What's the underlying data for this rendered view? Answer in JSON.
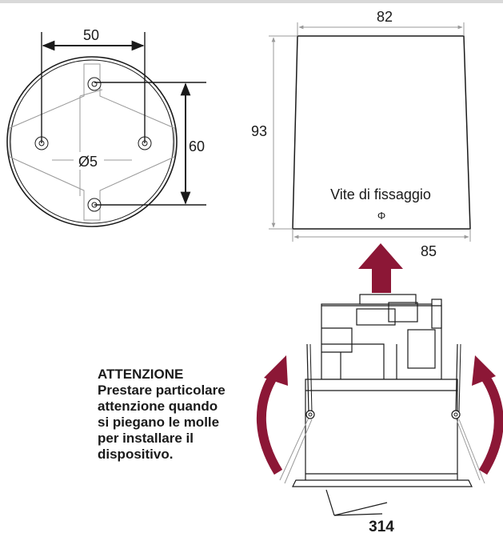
{
  "colors": {
    "line": "#1a1a1a",
    "guide": "#9a9a9a",
    "arrow_red": "#8c1736",
    "warning_text": "#1a1a1a"
  },
  "mounting_plate": {
    "width_label": "50",
    "height_label": "60",
    "hole_label": "Ø5"
  },
  "enclosure": {
    "top_width_label": "82",
    "height_label": "93",
    "bottom_width_label": "85",
    "screw_label": "Vite di fissaggio",
    "screw_symbol": "Φ"
  },
  "warning": {
    "title": "ATTENZIONE",
    "lines": [
      "Prestare particolare",
      "attenzione quando",
      "si piegano le molle",
      "per installare il",
      "dispositivo."
    ]
  },
  "device": {
    "part_number": "314"
  }
}
